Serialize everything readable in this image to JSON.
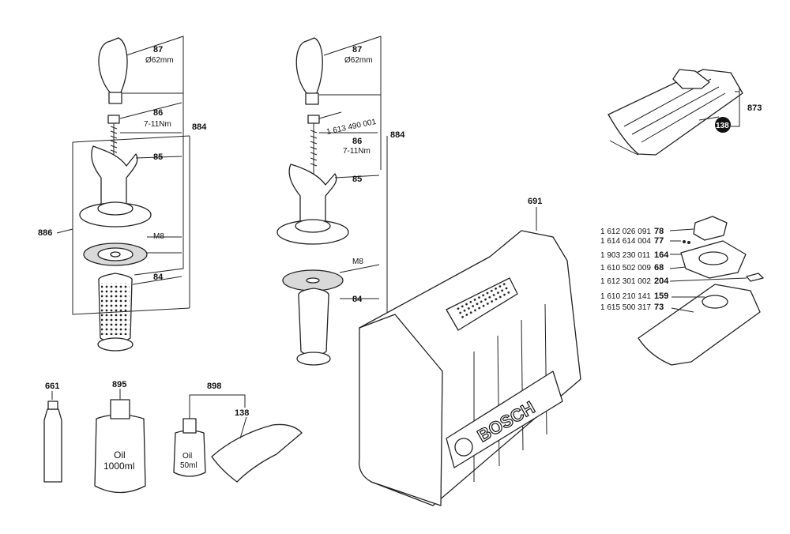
{
  "labels": {
    "l87a": "87",
    "l62a": "Ø62mm",
    "l86a": "86",
    "l711a": "7-11Nm",
    "l884a": "884",
    "l85a": "85",
    "l886": "886",
    "lM8a": "M8",
    "l84a": "84",
    "l87b": "87",
    "l62b": "Ø62mm",
    "lpn": "1 613 490 001",
    "l86b": "86",
    "l711b": "7-11Nm",
    "l884b": "884",
    "l85b": "85",
    "lM8b": "M8",
    "l84b": "84",
    "l873": "873",
    "l138c": "138",
    "l691": "691",
    "brand": "BOSCH",
    "l661": "661",
    "l895": "895",
    "oil1": "Oil",
    "oil2": "1000ml",
    "l898": "898",
    "l138": "138",
    "oil3": "Oil",
    "oil4": "50ml"
  },
  "parts": [
    {
      "pn": "1 612 026 091",
      "ref": "78"
    },
    {
      "pn": "1 614 614 004",
      "ref": "77"
    },
    {
      "pn": "1 903 230 011",
      "ref": "164"
    },
    {
      "pn": "1 610 502 009",
      "ref": "68"
    },
    {
      "pn": "1 612 301 002",
      "ref": "204"
    },
    {
      "pn": "1 610 210 141",
      "ref": "159"
    },
    {
      "pn": "1 615 500 317",
      "ref": "73"
    }
  ]
}
